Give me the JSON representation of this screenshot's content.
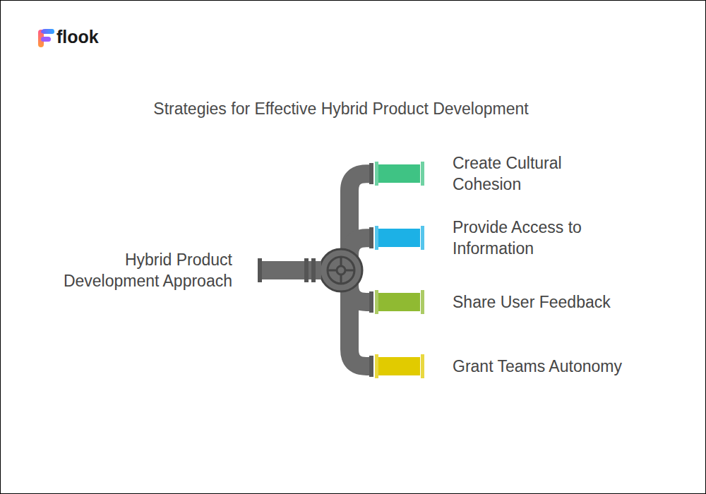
{
  "diagram": {
    "title": "Strategies for Effective Hybrid Product Development",
    "nodes": [
      {
        "text": [
          "Hybrid Product Development Approach"
        ]
      },
      {
        "text": [
          "Create Cultural Cohesion"
        ]
      },
      {
        "text": [
          "Provide Access to Information"
        ]
      },
      {
        "text": [
          "Share User Feedback"
        ]
      },
      {
        "text": [
          "Grant Teams Autonomy"
        ]
      }
    ],
    "edges": [
      {
        "from": 0,
        "to": 1,
        "arrow": "none"
      },
      {
        "from": 0,
        "to": 2,
        "arrow": "none"
      },
      {
        "from": 0,
        "to": 3,
        "arrow": "none"
      },
      {
        "from": 0,
        "to": 4,
        "arrow": "none"
      }
    ],
    "labels": [
      "flook"
    ]
  }
}
